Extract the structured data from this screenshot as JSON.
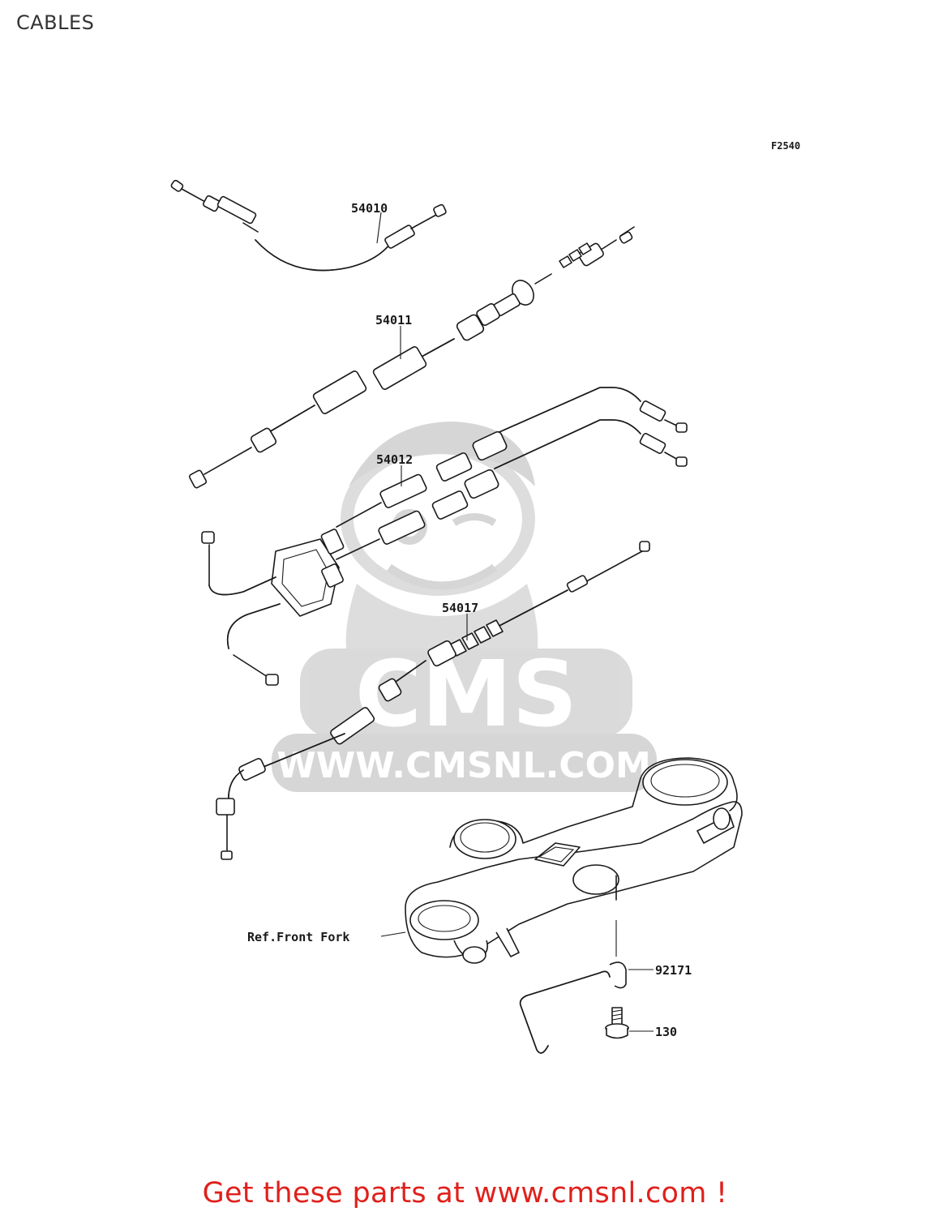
{
  "page": {
    "title": "CABLES",
    "figure_code": "F2540"
  },
  "callouts": {
    "p54010": "54010",
    "p54011": "54011",
    "p54012": "54012",
    "p54017": "54017",
    "p92171": "92171",
    "p130": "130",
    "ref_front_fork": "Ref.Front Fork"
  },
  "watermark": {
    "logo_text": "CMS",
    "url_text": "WWW.CMSNL.COM"
  },
  "footer": {
    "link_text": "Get these parts at www.cmsnl.com !"
  },
  "colors": {
    "link": "#e0201b",
    "watermark": "#d4d4d4",
    "line": "#1a1a1a"
  }
}
